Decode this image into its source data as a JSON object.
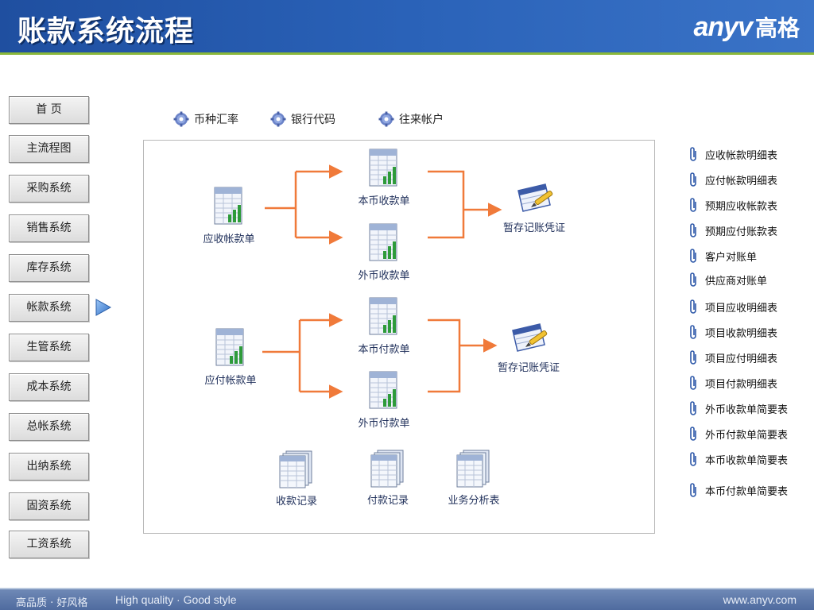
{
  "header": {
    "title": "账款系统流程",
    "logo_en": "anyv",
    "logo_cn": "高格"
  },
  "nav": {
    "items": [
      {
        "label": "首 页"
      },
      {
        "label": "主流程图"
      },
      {
        "label": "采购系统"
      },
      {
        "label": "销售系统"
      },
      {
        "label": "库存系统"
      },
      {
        "label": "帐款系统"
      },
      {
        "label": "生管系统"
      },
      {
        "label": "成本系统"
      },
      {
        "label": "总帐系统"
      },
      {
        "label": "出纳系统"
      },
      {
        "label": "固资系统"
      },
      {
        "label": "工资系统"
      }
    ],
    "active_index": 5
  },
  "top_links": [
    {
      "label": "币种汇率",
      "icon": "gear-icon"
    },
    {
      "label": "银行代码",
      "icon": "gear-icon"
    },
    {
      "label": "往来帐户",
      "icon": "gear-icon"
    }
  ],
  "flow": {
    "receivable_doc": "应收帐款单",
    "local_receipt": "本币收款单",
    "foreign_receipt": "外币收款单",
    "voucher_1": "暂存记账凭证",
    "payable_doc": "应付帐款单",
    "local_payment": "本币付款单",
    "foreign_payment": "外币付款单",
    "voucher_2": "暂存记账凭证",
    "receipt_records": "收款记录",
    "payment_records": "付款记录",
    "business_analysis": "业务分析表"
  },
  "reports": [
    {
      "label": "应收帐款明细表"
    },
    {
      "label": "应付帐款明细表"
    },
    {
      "label": "预期应收帐款表"
    },
    {
      "label": "预期应付账款表"
    },
    {
      "label": "客户对账单"
    },
    {
      "label": "供应商对账单"
    },
    {
      "label": "项目应收明细表"
    },
    {
      "label": "项目收款明细表"
    },
    {
      "label": "项目应付明细表"
    },
    {
      "label": "项目付款明细表"
    },
    {
      "label": "外币收款单简要表"
    },
    {
      "label": "外币付款单简要表"
    },
    {
      "label": "本币收款单简要表"
    },
    {
      "label": "本币付款单简要表"
    }
  ],
  "footer": {
    "slogan_cn": "高品质 · 好风格",
    "slogan_en": "High quality · Good style",
    "site": "www.anyv.com"
  },
  "colors": {
    "header_blue": "#2a62b8",
    "accent_green": "#8ab83a",
    "arrow_orange": "#f07a3a",
    "nav_pointer": "#3a7fd8"
  }
}
